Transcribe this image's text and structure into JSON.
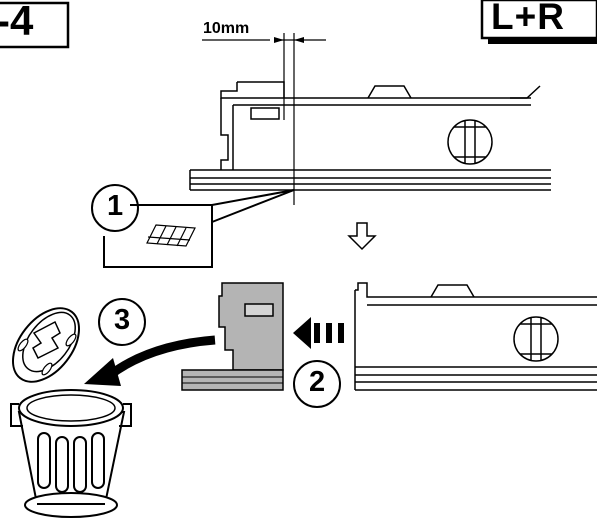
{
  "page_label": "-4",
  "side_label": "L+R",
  "measurement": "10mm",
  "steps": [
    "1",
    "2",
    "3"
  ],
  "icons": [
    "down-arrow-icon",
    "slide-arrow-icon",
    "discard-arrow-icon",
    "trash-can-icon",
    "screw-head-icon"
  ],
  "colors": {
    "line": "#000000",
    "removed_part": "#b4b4b4",
    "background": "#ffffff"
  }
}
